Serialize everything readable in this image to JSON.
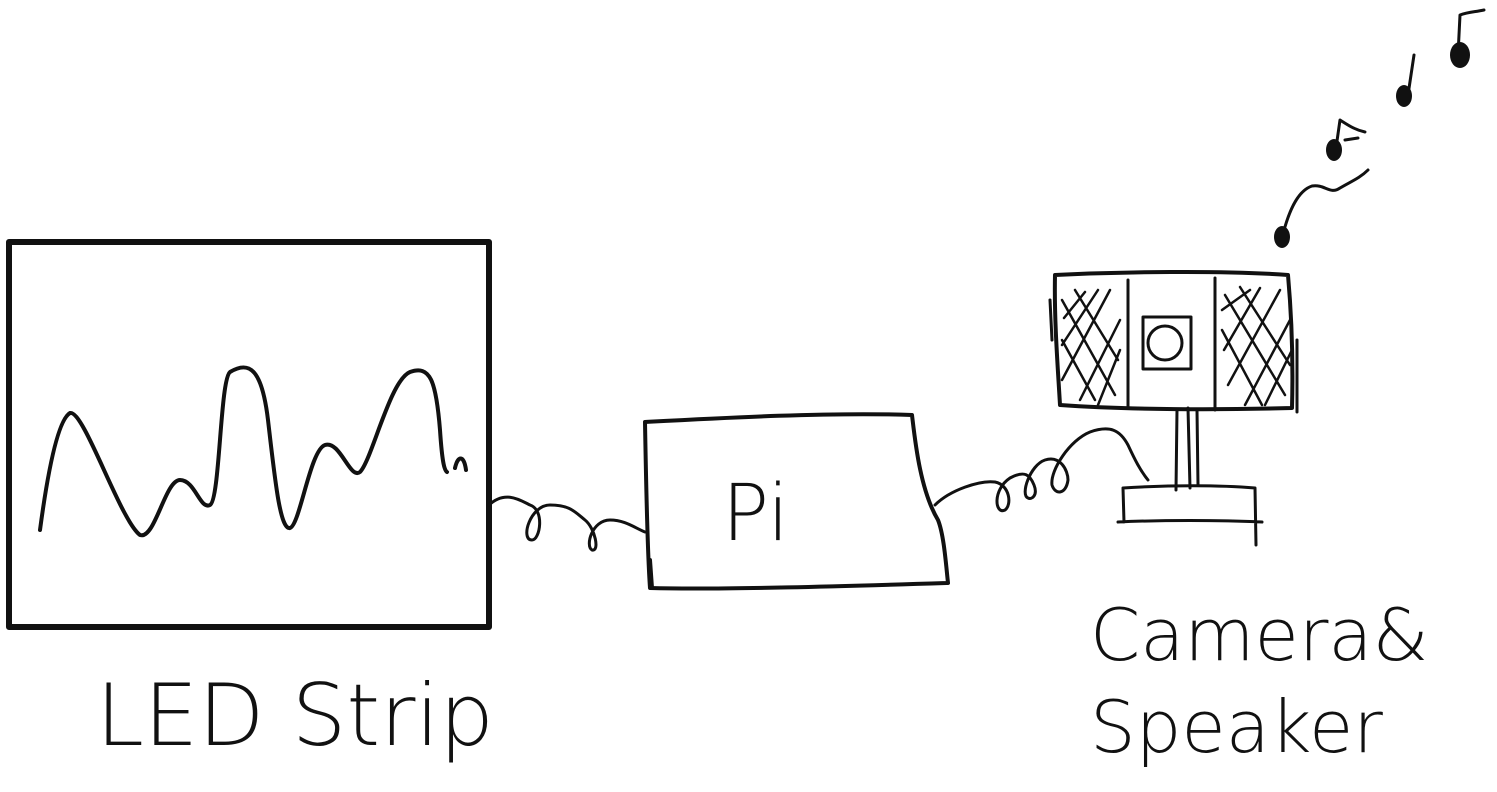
{
  "diagram": {
    "ink_color": "#111111",
    "background": "#ffffff",
    "nodes": [
      {
        "id": "led-strip",
        "label": "LED Strip",
        "icon": "waveform-icon"
      },
      {
        "id": "pi",
        "label": "Pi"
      },
      {
        "id": "camera-speaker",
        "label_line1": "Camera&",
        "label_line2": "Speaker",
        "icon": "camera-speaker-icon"
      }
    ],
    "edges": [
      {
        "from": "led-strip",
        "to": "pi",
        "style": "coiled-cable"
      },
      {
        "from": "pi",
        "to": "camera-speaker",
        "style": "coiled-cable"
      }
    ],
    "decorations": [
      {
        "name": "music-notes-icon"
      }
    ]
  }
}
